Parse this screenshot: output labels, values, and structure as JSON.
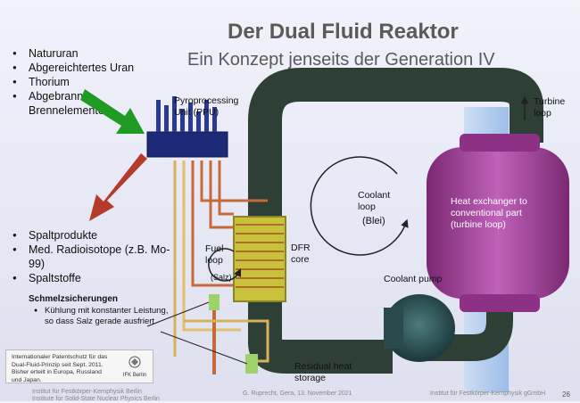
{
  "header": {
    "title": "Der Dual Fluid Reaktor",
    "subtitle": "Ein Konzept jenseits der Generation IV"
  },
  "inputs": [
    "Natururan",
    "Abgereichtertes Uran",
    "Thorium",
    "Abgebrannte Brennelemente"
  ],
  "outputs": [
    "Spaltprodukte",
    "Med. Radioisotope (z.B. Mo-99)",
    "Spaltstoffe"
  ],
  "diagram": {
    "ppu_label": "Pyroprocessing Unit (PPU)",
    "turbine_loop_label": "Turbine loop",
    "heat_exchanger_label": "Heat exchanger to conventional part (turbine loop)",
    "coolant_loop_label": "Coolant loop",
    "coolant_medium": "(Blei)",
    "fuel_loop_label": "Fuel loop",
    "fuel_medium": "(Salz)",
    "dfr_core_label": "DFR core",
    "coolant_pump_label": "Coolant pump",
    "residual_heat_label": "Residual heat storage"
  },
  "schmelz": {
    "title": "Schmelzsicherungen",
    "item": "Kühlung mit konstanter Leistung, so dass Salz gerade ausfriert"
  },
  "patent": {
    "text": "Internationaler Patentschutz für das Dual-Fluid-Prinzip seit Sept. 2011. Bisher erteilt in Europa, Russland und Japan.",
    "logo_text": "IFK Berlin"
  },
  "footer": {
    "institute_line1": "Institut für Festkörper-Kernphysik Berlin",
    "institute_line2": "Institute for Solid-State Nuclear Physics Berlin",
    "author": "G. Ruprecht, Gera, 13. November 2021",
    "right": "Institut für Festkörper-Kernphysik gGmbH",
    "page": "26"
  },
  "colors": {
    "arrow_in": "#1f9a22",
    "arrow_out": "#b53a2a",
    "ppu": "#1d2a77",
    "coolant_pipe": "#2e4036",
    "heat_exchanger": "#9b3a93",
    "turbine_pipe": "#a9c9ee",
    "fuel_pipe": "#c8693a",
    "core": "#c8c23a",
    "pump": "#274a4d"
  }
}
